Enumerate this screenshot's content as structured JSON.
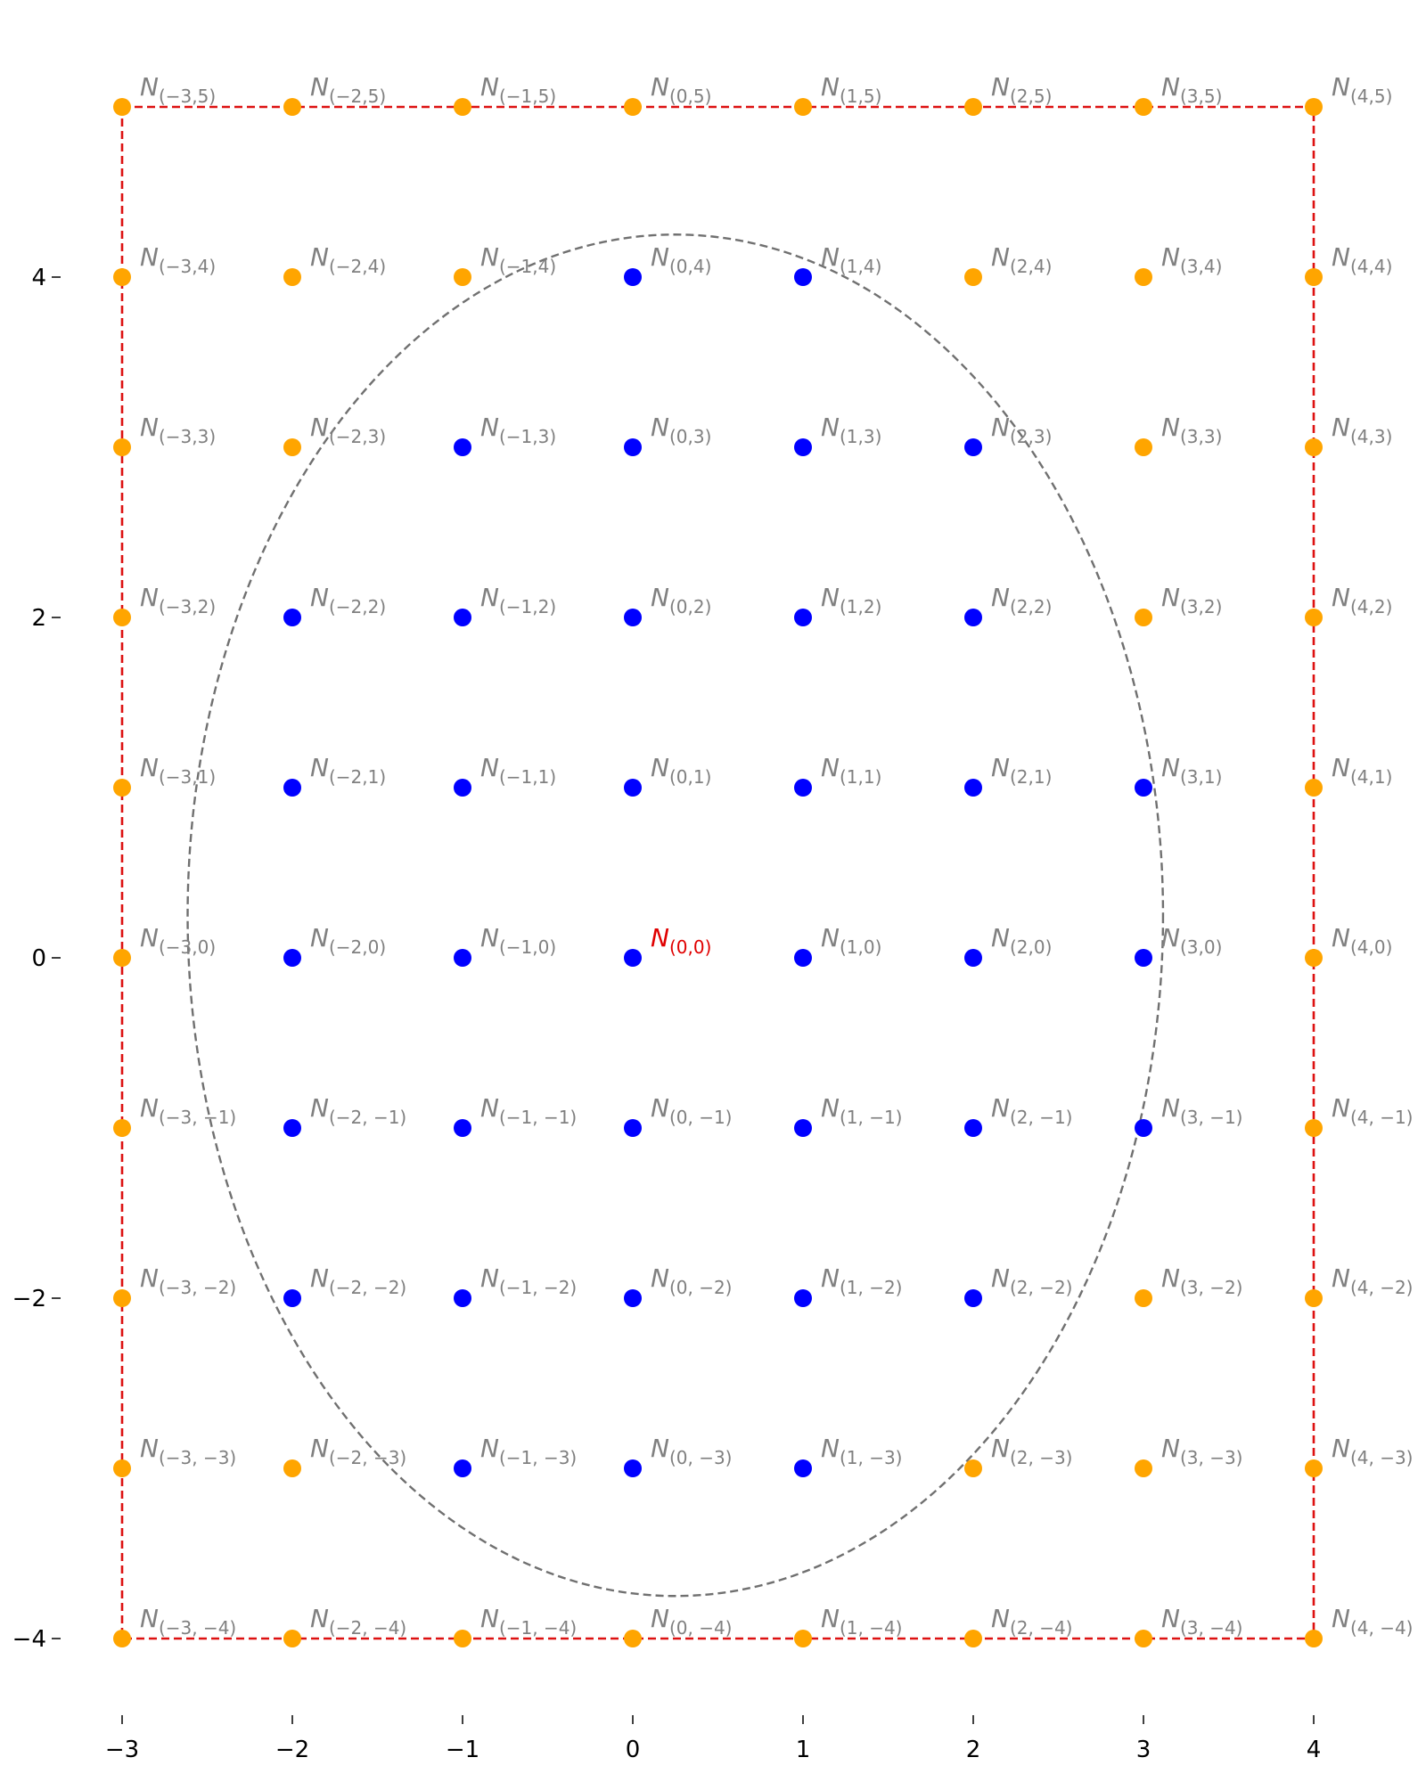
{
  "chart_data": {
    "type": "scatter",
    "title": "",
    "xlabel": "",
    "ylabel": "",
    "xlim": [
      -3.3,
      4.3
    ],
    "ylim": [
      -4.55,
      5.6
    ],
    "grid": false,
    "x_ticks": [
      -3,
      -2,
      -1,
      0,
      1,
      2,
      3,
      4
    ],
    "x_tick_labels": [
      "−3",
      "−2",
      "−1",
      "0",
      "1",
      "2",
      "3",
      "4"
    ],
    "y_ticks": [
      -4,
      -2,
      0,
      2,
      4
    ],
    "y_tick_labels": [
      "−4",
      "−2",
      "0",
      "2",
      "4"
    ],
    "colors": {
      "inside": "#0000ff",
      "outside": "#ffa500",
      "center_label": "#e00000",
      "point_label": "#808080",
      "boundary": "#dd1111",
      "ellipse": "#707070"
    },
    "label_prefix": "N",
    "center_point": [
      0,
      0
    ],
    "grid_points": {
      "x_range": [
        -3,
        4
      ],
      "y_range": [
        -4,
        5
      ]
    },
    "inside_points": [
      [
        0,
        4
      ],
      [
        1,
        4
      ],
      [
        -1,
        3
      ],
      [
        0,
        3
      ],
      [
        1,
        3
      ],
      [
        2,
        3
      ],
      [
        -2,
        2
      ],
      [
        -1,
        2
      ],
      [
        0,
        2
      ],
      [
        1,
        2
      ],
      [
        2,
        2
      ],
      [
        -2,
        1
      ],
      [
        -1,
        1
      ],
      [
        0,
        1
      ],
      [
        1,
        1
      ],
      [
        2,
        1
      ],
      [
        3,
        1
      ],
      [
        -2,
        0
      ],
      [
        -1,
        0
      ],
      [
        0,
        0
      ],
      [
        1,
        0
      ],
      [
        2,
        0
      ],
      [
        3,
        0
      ],
      [
        -2,
        -1
      ],
      [
        -1,
        -1
      ],
      [
        0,
        -1
      ],
      [
        1,
        -1
      ],
      [
        2,
        -1
      ],
      [
        3,
        -1
      ],
      [
        -2,
        -2
      ],
      [
        -1,
        -2
      ],
      [
        0,
        -2
      ],
      [
        1,
        -2
      ],
      [
        2,
        -2
      ],
      [
        -1,
        -3
      ],
      [
        0,
        -3
      ],
      [
        1,
        -3
      ]
    ],
    "ellipse": {
      "cx": 0.25,
      "cy": 0.25,
      "rx": 3.0,
      "ry": 4.0,
      "style": "dashed"
    },
    "boundary_rect": {
      "x": [
        -3,
        4
      ],
      "y": [
        -4,
        5
      ],
      "style": "dashed"
    }
  }
}
